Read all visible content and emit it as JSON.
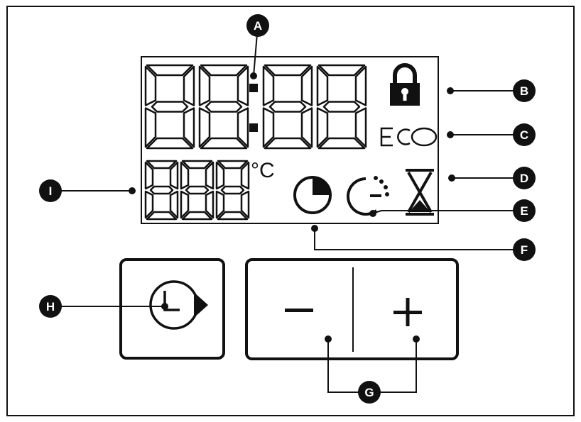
{
  "display": {
    "degree_symbol": "°C",
    "eco_label": "ECO"
  },
  "controls": {
    "minus_symbol": "−",
    "plus_symbol": "+"
  },
  "callouts": {
    "a": "A",
    "b": "B",
    "c": "C",
    "d": "D",
    "e": "E",
    "f": "F",
    "g": "G",
    "h": "H",
    "i": "I"
  },
  "icons": {
    "lock": "lock-icon",
    "eco": "eco-icon",
    "hourglass": "hourglass-icon",
    "timer_pie": "timer-pie-icon",
    "delay_start": "delay-start-icon",
    "clock_button": "clock-icon"
  },
  "colors": {
    "ink": "#111111",
    "background": "#ffffff"
  }
}
